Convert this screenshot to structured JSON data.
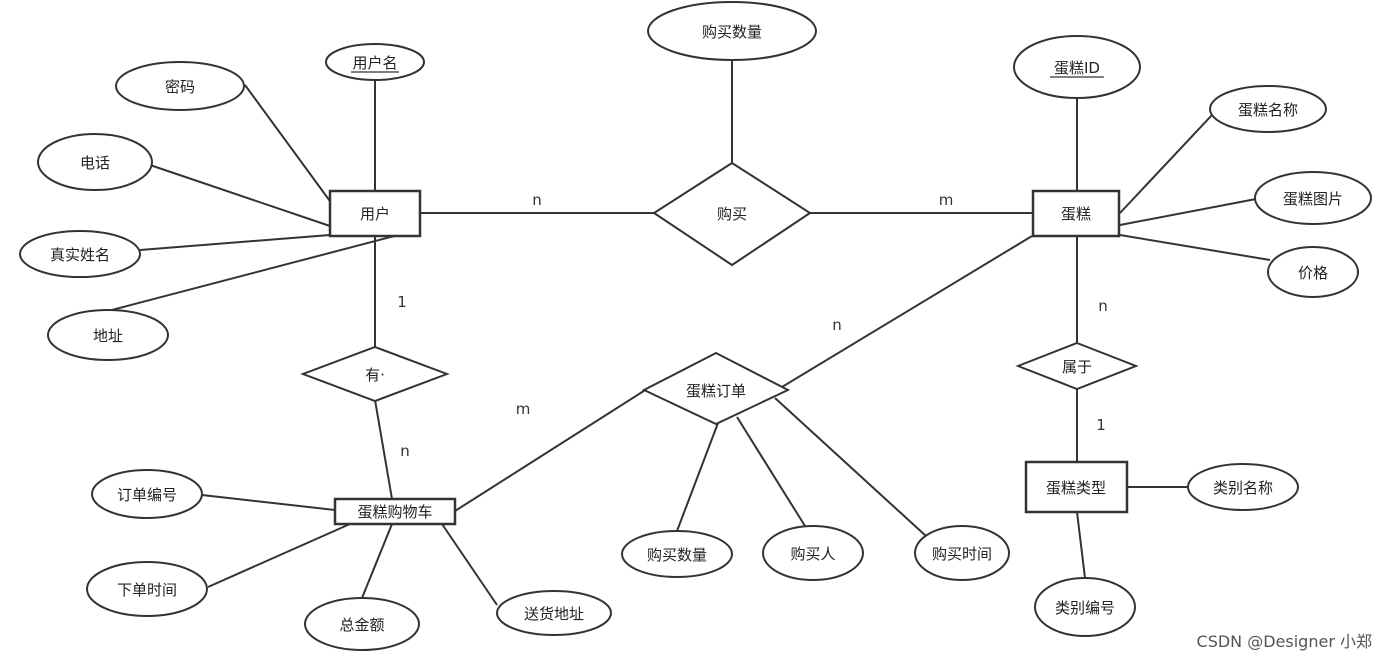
{
  "diagram": {
    "entities": [
      {
        "id": "user",
        "label": "用户"
      },
      {
        "id": "cake",
        "label": "蛋糕"
      },
      {
        "id": "cart",
        "label": "蛋糕购物车"
      },
      {
        "id": "type",
        "label": "蛋糕类型"
      }
    ],
    "relationships": [
      {
        "id": "buy",
        "label": "购买"
      },
      {
        "id": "has",
        "label": "有·"
      },
      {
        "id": "order",
        "label": "蛋糕订单"
      },
      {
        "id": "belong",
        "label": "属于"
      }
    ],
    "attributes": [
      {
        "id": "username",
        "label": "用户名",
        "key": true
      },
      {
        "id": "password",
        "label": "密码"
      },
      {
        "id": "phone",
        "label": "电话"
      },
      {
        "id": "realname",
        "label": "真实姓名"
      },
      {
        "id": "address",
        "label": "地址"
      },
      {
        "id": "buy_qty_top",
        "label": "购买数量"
      },
      {
        "id": "cake_id",
        "label": "蛋糕ID",
        "key": true
      },
      {
        "id": "cake_name",
        "label": "蛋糕名称"
      },
      {
        "id": "cake_img",
        "label": "蛋糕图片"
      },
      {
        "id": "price",
        "label": "价格"
      },
      {
        "id": "order_no",
        "label": "订单编号"
      },
      {
        "id": "order_time",
        "label": "下单时间"
      },
      {
        "id": "total",
        "label": "总金额"
      },
      {
        "id": "ship_addr",
        "label": "送货地址"
      },
      {
        "id": "order_qty",
        "label": "购买数量"
      },
      {
        "id": "buyer",
        "label": "购买人"
      },
      {
        "id": "buy_time",
        "label": "购买时间"
      },
      {
        "id": "type_name",
        "label": "类别名称"
      },
      {
        "id": "type_no",
        "label": "类别编号"
      }
    ],
    "cardinalities": [
      {
        "id": "user_buy",
        "label": "n"
      },
      {
        "id": "buy_cake",
        "label": "m"
      },
      {
        "id": "user_has",
        "label": "1"
      },
      {
        "id": "has_cart",
        "label": "n"
      },
      {
        "id": "cart_order",
        "label": "m"
      },
      {
        "id": "order_cake",
        "label": "n"
      },
      {
        "id": "cake_belong",
        "label": "n"
      },
      {
        "id": "belong_type",
        "label": "1"
      }
    ],
    "colors": {
      "stroke": "#333333",
      "fill": "#ffffff",
      "text": "#222222"
    }
  },
  "watermark": "CSDN @Designer 小郑"
}
